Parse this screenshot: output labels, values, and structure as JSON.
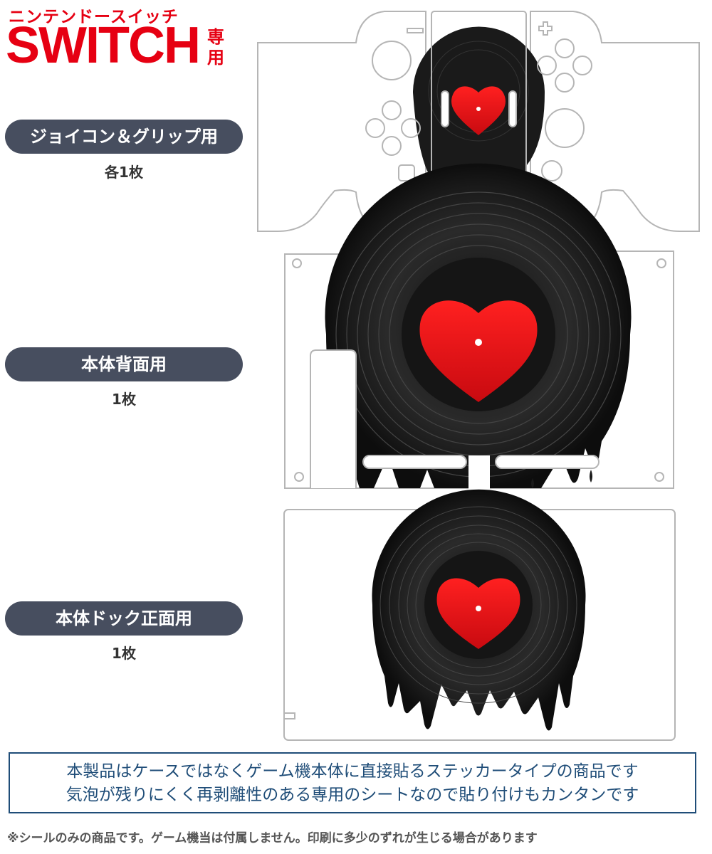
{
  "brand": {
    "top_text": "ニンテンドースイッチ",
    "main_text": "SWITCH",
    "sub_text": "専用"
  },
  "sections": [
    {
      "label": "ジョイコン＆グリップ用",
      "count": "各1枚"
    },
    {
      "label": "本体背面用",
      "count": "1枚"
    },
    {
      "label": "本体ドック正面用",
      "count": "1枚"
    }
  ],
  "notice": {
    "line1": "本製品はケースではなくゲーム機本体に直接貼るステッカータイプの商品です",
    "line2": "気泡が残りにくく再剥離性のある専用のシートなので貼り付けもカンタンです"
  },
  "footnote": "※シールのみの商品です。ゲーム機当は付属しません。印刷に多少のずれが生じる場合があります",
  "colors": {
    "brand_red": "#e60012",
    "pill_bg": "#474e5f",
    "notice_blue": "#1f4d78",
    "heart_red": "#e8141a",
    "record_black": "#1a1a1a"
  }
}
